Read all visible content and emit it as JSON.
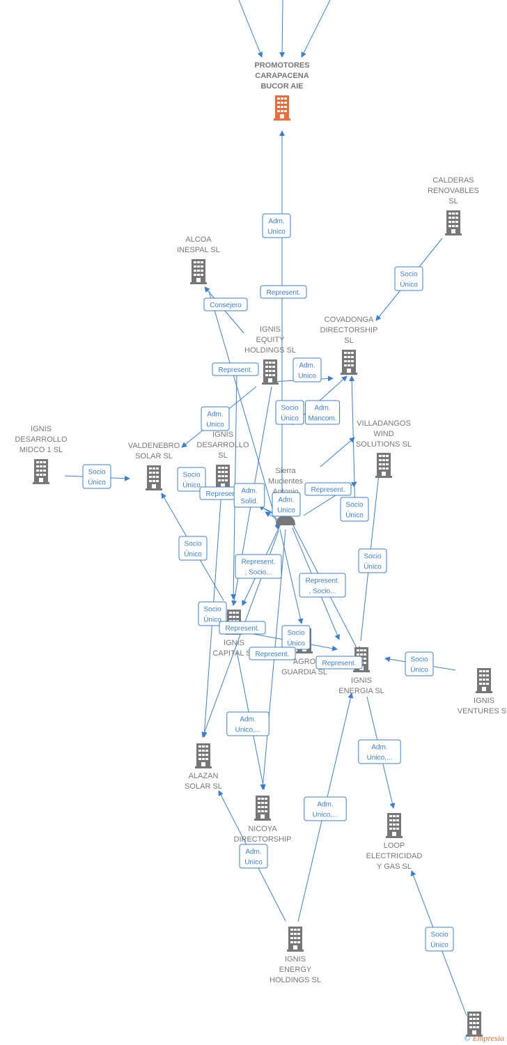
{
  "colors": {
    "edge": "#3a7fd5",
    "node": "#777777",
    "highlight": "#f26b3a"
  },
  "nodes": [
    {
      "id": "promotores",
      "label": [
        "PROMOTORES",
        "CARAPACENA",
        "BUCOR AIE"
      ],
      "type": "company",
      "highlight": true
    },
    {
      "id": "calderas",
      "label": [
        "CALDERAS",
        "RENOVABLES",
        "SL"
      ],
      "type": "company"
    },
    {
      "id": "alcoa",
      "label": [
        "ALCOA",
        "INESPAL  SL"
      ],
      "type": "company"
    },
    {
      "id": "ignis_equity",
      "label": [
        "IGNIS",
        "EQUITY",
        "HOLDINGS  SL"
      ],
      "type": "company"
    },
    {
      "id": "covadonga",
      "label": [
        "COVADONGA",
        "DIRECTORSHIP",
        "SL"
      ],
      "type": "company"
    },
    {
      "id": "ignis_midco",
      "label": [
        "IGNIS",
        "DESARROLLO",
        "MIDCO 1  SL"
      ],
      "type": "company"
    },
    {
      "id": "valdenebro",
      "label": [
        "VALDENEBRO",
        "SOLAR SL"
      ],
      "type": "company"
    },
    {
      "id": "ignis_desarrollo",
      "label": [
        "IGNIS",
        "DESARROLLO",
        "SL"
      ],
      "type": "company"
    },
    {
      "id": "villadangos",
      "label": [
        "VILLADANGOS",
        "WIND",
        "SOLUTIONS  SL"
      ],
      "type": "company"
    },
    {
      "id": "sierra",
      "label": [
        "Sierra",
        "Mucientes",
        "Antonio"
      ],
      "type": "person"
    },
    {
      "id": "ignis_capital",
      "label": [
        "IGNIS",
        "CAPITAL  SL"
      ],
      "type": "company"
    },
    {
      "id": "agro",
      "label": [
        "AGRO",
        "GUARDIA SL"
      ],
      "type": "company"
    },
    {
      "id": "ignis_energia",
      "label": [
        "IGNIS",
        "ENERGIA  SL"
      ],
      "type": "company"
    },
    {
      "id": "ignis_ventures",
      "label": [
        "IGNIS",
        "VENTURES  SL"
      ],
      "type": "company"
    },
    {
      "id": "alazan",
      "label": [
        "ALAZAN",
        "SOLAR  SL"
      ],
      "type": "company"
    },
    {
      "id": "nicoya",
      "label": [
        "NICOYA",
        "DIRECTORSHIP"
      ],
      "type": "company"
    },
    {
      "id": "loop",
      "label": [
        "LOOP",
        "ELECTRICIDAD",
        "Y GAS  SL"
      ],
      "type": "company"
    },
    {
      "id": "ignis_energy",
      "label": [
        "IGNIS",
        "ENERGY",
        "HOLDINGS  SL"
      ],
      "type": "company"
    },
    {
      "id": "bottom_company",
      "label": [],
      "type": "company"
    }
  ],
  "edge_labels": [
    [
      "Adm.",
      "Unico"
    ],
    [
      "Represent."
    ],
    [
      "Consejero"
    ],
    [
      "Socio",
      "Único"
    ],
    [
      "Represent."
    ],
    [
      "Adm.",
      "Unico"
    ],
    [
      "Adm.",
      "Unico"
    ],
    [
      "Socio",
      "Único"
    ],
    [
      "Adm.",
      "Mancom."
    ],
    [
      "Socio",
      "Único"
    ],
    [
      "Socio",
      "Único"
    ],
    [
      "Represent."
    ],
    [
      "Adm.",
      "Solid."
    ],
    [
      "Adm.",
      "Unico"
    ],
    [
      "Represent."
    ],
    [
      "Socio",
      "Único"
    ],
    [
      "Socio",
      "Único"
    ],
    [
      "Socio",
      "Único"
    ],
    [
      "Represent.",
      ", Socio..."
    ],
    [
      "Represent.",
      ", Socio..."
    ],
    [
      "Socio",
      "Único"
    ],
    [
      "Represent."
    ],
    [
      "Socio",
      "Único"
    ],
    [
      "Represent."
    ],
    [
      "Represent."
    ],
    [
      "Socio",
      "Único"
    ],
    [
      "Adm.",
      "Unico,..."
    ],
    [
      "Adm.",
      "Unico,..."
    ],
    [
      "Adm.",
      "Unico,..."
    ],
    [
      "Adm.",
      "Unico"
    ],
    [
      "Socio",
      "Único"
    ]
  ],
  "footer": {
    "copyright": "©",
    "brand": "Empresia"
  }
}
